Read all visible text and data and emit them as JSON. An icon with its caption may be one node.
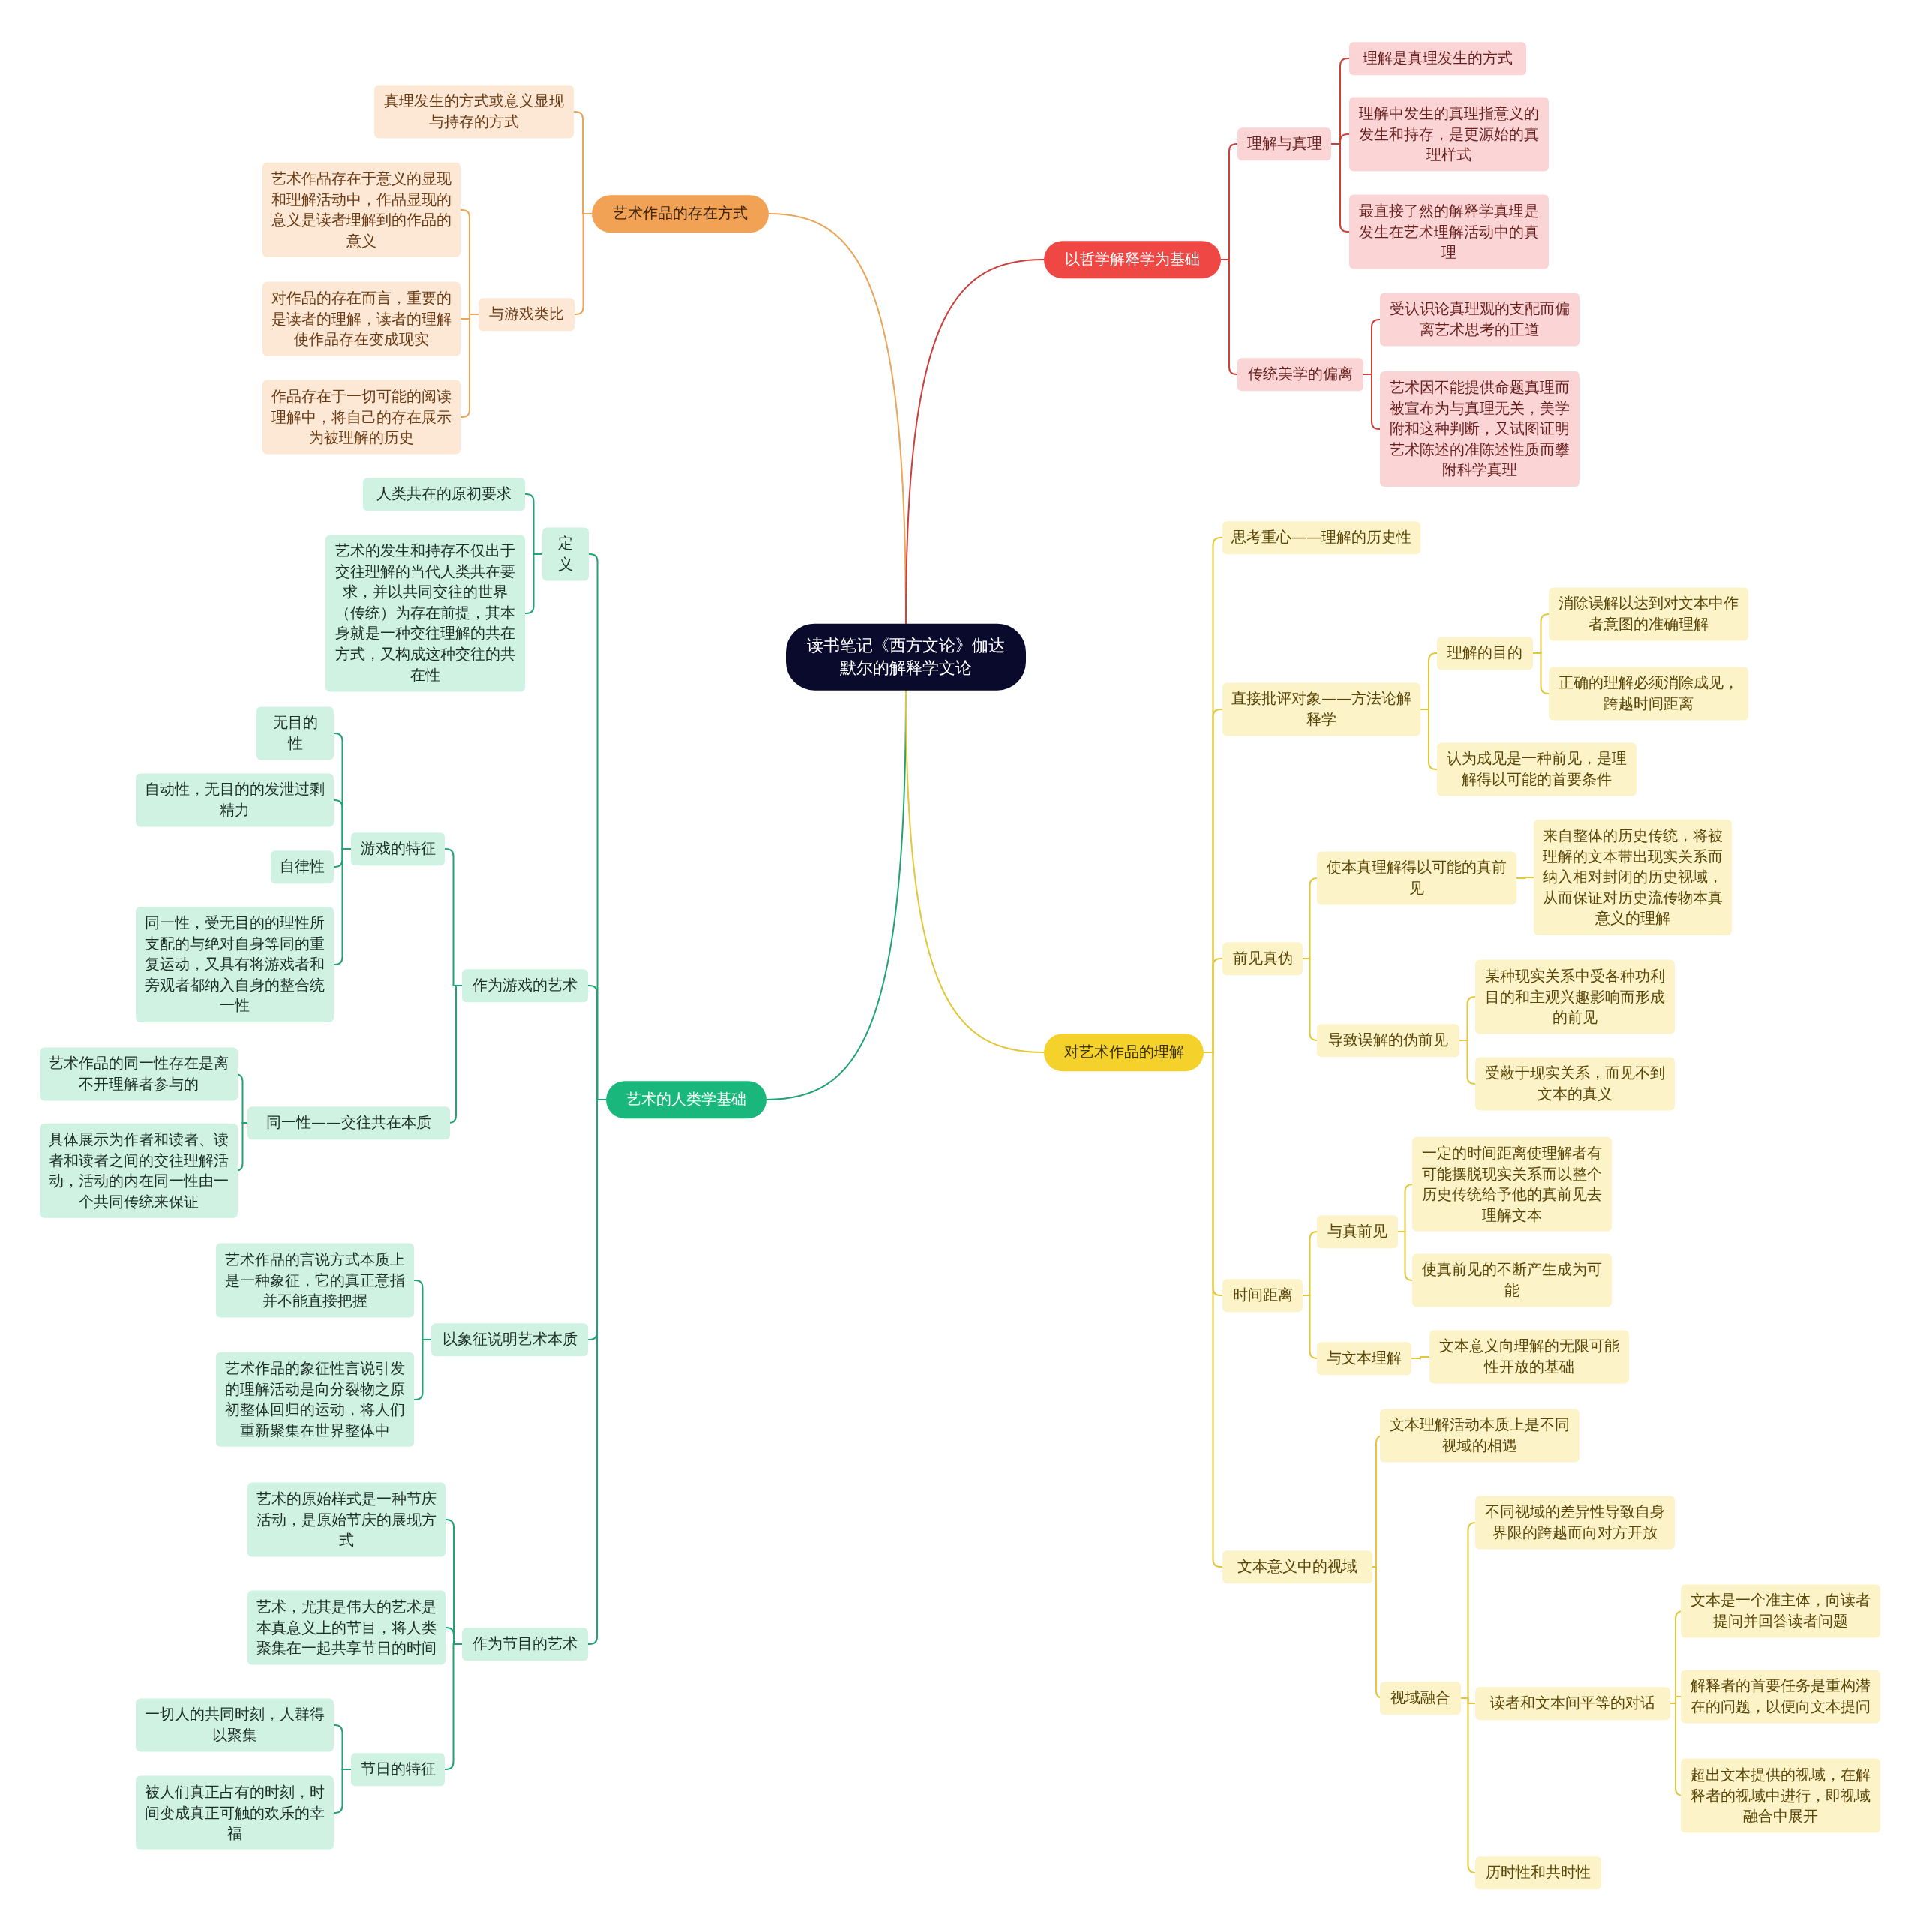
{
  "diagram": {
    "nodes": [
      {
        "text": [
          "读书笔记《西方文论》伽达默尔的解释学文论"
        ]
      },
      {
        "text": [
          "艺术作品的存在方式"
        ]
      },
      {
        "text": [
          "真理发生的方式或意义显现与持存的方式"
        ]
      },
      {
        "text": [
          "与游戏类比"
        ]
      },
      {
        "text": [
          "艺术作品存在于意义的显现和理解活动中，作品显现的意义是读者理解到的作品的意义"
        ]
      },
      {
        "text": [
          "对作品的存在而言，重要的是读者的理解，读者的理解使作品存在变成现实"
        ]
      },
      {
        "text": [
          "作品存在于一切可能的阅读理解中，将自己的存在展示为被理解的历史"
        ]
      },
      {
        "text": [
          "艺术的人类学基础"
        ]
      },
      {
        "text": [
          "定义"
        ]
      },
      {
        "text": [
          "人类共在的原初要求"
        ]
      },
      {
        "text": [
          "艺术的发生和持存不仅出于交往理解的当代人类共在要求，并以共同交往的世界（传统）为存在前提，其本身就是一种交往理解的共在方式，又构成这种交往的共在性"
        ]
      },
      {
        "text": [
          "作为游戏的艺术"
        ]
      },
      {
        "text": [
          "游戏的特征"
        ]
      },
      {
        "text": [
          "无目的性"
        ]
      },
      {
        "text": [
          "自动性，无目的的发泄过剩精力"
        ]
      },
      {
        "text": [
          "自律性"
        ]
      },
      {
        "text": [
          "同一性，受无目的的理性所支配的与绝对自身等同的重复运动，又具有将游戏者和旁观者都纳入自身的整合统一性"
        ]
      },
      {
        "text": [
          "同一性——交往共在本质"
        ]
      },
      {
        "text": [
          "艺术作品的同一性存在是离不开理解者参与的"
        ]
      },
      {
        "text": [
          "具体展示为作者和读者、读者和读者之间的交往理解活动，活动的内在同一性由一个共同传统来保证"
        ]
      },
      {
        "text": [
          "以象征说明艺术本质"
        ]
      },
      {
        "text": [
          "艺术作品的言说方式本质上是一种象征，它的真正意指并不能直接把握"
        ]
      },
      {
        "text": [
          "艺术作品的象征性言说引发的理解活动是向分裂物之原初整体回归的运动，将人们重新聚集在世界整体中"
        ]
      },
      {
        "text": [
          "作为节目的艺术"
        ]
      },
      {
        "text": [
          "艺术的原始样式是一种节庆活动，是原始节庆的展现方式"
        ]
      },
      {
        "text": [
          "艺术，尤其是伟大的艺术是本真意义上的节目，将人类聚集在一起共享节日的时间"
        ]
      },
      {
        "text": [
          "节日的特征"
        ]
      },
      {
        "text": [
          "一切人的共同时刻，人群得以聚集"
        ]
      },
      {
        "text": [
          "被人们真正占有的时刻，时间变成真正可触的欢乐的幸福"
        ]
      },
      {
        "text": [
          "以哲学解释学为基础"
        ]
      },
      {
        "text": [
          "理解与真理"
        ]
      },
      {
        "text": [
          "理解是真理发生的方式"
        ]
      },
      {
        "text": [
          "理解中发生的真理指意义的发生和持存，是更源始的真理样式"
        ]
      },
      {
        "text": [
          "最直接了然的解释学真理是发生在艺术理解活动中的真理"
        ]
      },
      {
        "text": [
          "传统美学的偏离"
        ]
      },
      {
        "text": [
          "受认识论真理观的支配而偏离艺术思考的正道"
        ]
      },
      {
        "text": [
          "艺术因不能提供命题真理而被宣布为与真理无关，美学附和这种判断，又试图证明艺术陈述的准陈述性质而攀附科学真理"
        ]
      },
      {
        "text": [
          "对艺术作品的理解"
        ]
      },
      {
        "text": [
          "思考重心——理解的历史性"
        ]
      },
      {
        "text": [
          "直接批评对象——方法论解释学"
        ]
      },
      {
        "text": [
          "理解的目的"
        ]
      },
      {
        "text": [
          "消除误解以达到对文本中作者意图的准确理解"
        ]
      },
      {
        "text": [
          "正确的理解必须消除成见，跨越时间距离"
        ]
      },
      {
        "text": [
          "认为成见是一种前见，是理解得以可能的首要条件"
        ]
      },
      {
        "text": [
          "前见真伪"
        ]
      },
      {
        "text": [
          "使本真理解得以可能的真前见"
        ]
      },
      {
        "text": [
          "来自整体的历史传统，将被理解的文本带出现实关系而纳入相对封闭的历史视域，从而保证对历史流传物本真意义的理解"
        ]
      },
      {
        "text": [
          "导致误解的伪前见"
        ]
      },
      {
        "text": [
          "某种现实关系中受各种功利目的和主观兴趣影响而形成的前见"
        ]
      },
      {
        "text": [
          "受蔽于现实关系，而见不到文本的真义"
        ]
      },
      {
        "text": [
          "时间距离"
        ]
      },
      {
        "text": [
          "与真前见"
        ]
      },
      {
        "text": [
          "一定的时间距离使理解者有可能摆脱现实关系而以整个历史传统给予他的真前见去理解文本"
        ]
      },
      {
        "text": [
          "使真前见的不断产生成为可能"
        ]
      },
      {
        "text": [
          "与文本理解"
        ]
      },
      {
        "text": [
          "文本意义向理解的无限可能性开放的基础"
        ]
      },
      {
        "text": [
          "文本意义中的视域"
        ]
      },
      {
        "text": [
          "文本理解活动本质上是不同视域的相遇"
        ]
      },
      {
        "text": [
          "视域融合"
        ]
      },
      {
        "text": [
          "不同视域的差异性导致自身界限的跨越而向对方开放"
        ]
      },
      {
        "text": [
          "读者和文本间平等的对话"
        ]
      },
      {
        "text": [
          "文本是一个准主体，向读者提问并回答读者问题"
        ]
      },
      {
        "text": [
          "解释者的首要任务是重构潜在的问题，以便向文本提问"
        ]
      },
      {
        "text": [
          "超出文本提供的视域，在解释者的视域中进行，即视域融合中展开"
        ]
      },
      {
        "text": [
          "历时性和共时性"
        ]
      }
    ],
    "edges": [
      {
        "from": 0,
        "to": 1,
        "arrow": "none",
        "color": "#eba55a"
      },
      {
        "from": 1,
        "to": 2,
        "arrow": "none",
        "color": "#eba55a"
      },
      {
        "from": 1,
        "to": 3,
        "arrow": "none",
        "color": "#eba55a"
      },
      {
        "from": 3,
        "to": 4,
        "arrow": "none",
        "color": "#eba55a"
      },
      {
        "from": 3,
        "to": 5,
        "arrow": "none",
        "color": "#eba55a"
      },
      {
        "from": 3,
        "to": 6,
        "arrow": "none",
        "color": "#eba55a"
      },
      {
        "from": 0,
        "to": 7,
        "arrow": "none",
        "color": "#21a374"
      },
      {
        "from": 7,
        "to": 8,
        "arrow": "none",
        "color": "#21a374"
      },
      {
        "from": 8,
        "to": 9,
        "arrow": "none",
        "color": "#21a374"
      },
      {
        "from": 8,
        "to": 10,
        "arrow": "none",
        "color": "#21a374"
      },
      {
        "from": 7,
        "to": 11,
        "arrow": "none",
        "color": "#21a374"
      },
      {
        "from": 11,
        "to": 12,
        "arrow": "none",
        "color": "#21a374"
      },
      {
        "from": 12,
        "to": 13,
        "arrow": "none",
        "color": "#21a374"
      },
      {
        "from": 12,
        "to": 14,
        "arrow": "none",
        "color": "#21a374"
      },
      {
        "from": 12,
        "to": 15,
        "arrow": "none",
        "color": "#21a374"
      },
      {
        "from": 12,
        "to": 16,
        "arrow": "none",
        "color": "#21a374"
      },
      {
        "from": 11,
        "to": 17,
        "arrow": "none",
        "color": "#21a374"
      },
      {
        "from": 17,
        "to": 18,
        "arrow": "none",
        "color": "#21a374"
      },
      {
        "from": 17,
        "to": 19,
        "arrow": "none",
        "color": "#21a374"
      },
      {
        "from": 7,
        "to": 20,
        "arrow": "none",
        "color": "#21a374"
      },
      {
        "from": 20,
        "to": 21,
        "arrow": "none",
        "color": "#21a374"
      },
      {
        "from": 20,
        "to": 22,
        "arrow": "none",
        "color": "#21a374"
      },
      {
        "from": 7,
        "to": 23,
        "arrow": "none",
        "color": "#21a374"
      },
      {
        "from": 23,
        "to": 24,
        "arrow": "none",
        "color": "#21a374"
      },
      {
        "from": 23,
        "to": 25,
        "arrow": "none",
        "color": "#21a374"
      },
      {
        "from": 23,
        "to": 26,
        "arrow": "none",
        "color": "#21a374"
      },
      {
        "from": 26,
        "to": 27,
        "arrow": "none",
        "color": "#21a374"
      },
      {
        "from": 26,
        "to": 28,
        "arrow": "none",
        "color": "#21a374"
      },
      {
        "from": 0,
        "to": 29,
        "arrow": "none",
        "color": "#c9403c"
      },
      {
        "from": 29,
        "to": 30,
        "arrow": "none",
        "color": "#c9403c"
      },
      {
        "from": 30,
        "to": 31,
        "arrow": "none",
        "color": "#c9403c"
      },
      {
        "from": 30,
        "to": 32,
        "arrow": "none",
        "color": "#c9403c"
      },
      {
        "from": 30,
        "to": 33,
        "arrow": "none",
        "color": "#c9403c"
      },
      {
        "from": 29,
        "to": 34,
        "arrow": "none",
        "color": "#c9403c"
      },
      {
        "from": 34,
        "to": 35,
        "arrow": "none",
        "color": "#c9403c"
      },
      {
        "from": 34,
        "to": 36,
        "arrow": "none",
        "color": "#c9403c"
      },
      {
        "from": 0,
        "to": 37,
        "arrow": "none"
      },
      {
        "from": 37,
        "to": 38,
        "arrow": "none"
      },
      {
        "from": 37,
        "to": 39,
        "arrow": "none"
      },
      {
        "from": 39,
        "to": 40,
        "arrow": "none"
      },
      {
        "from": 40,
        "to": 41,
        "arrow": "none"
      },
      {
        "from": 40,
        "to": 42,
        "arrow": "none"
      },
      {
        "from": 39,
        "to": 43,
        "arrow": "none"
      },
      {
        "from": 37,
        "to": 44,
        "arrow": "none"
      },
      {
        "from": 44,
        "to": 45,
        "arrow": "none"
      },
      {
        "from": 45,
        "to": 46,
        "arrow": "none"
      },
      {
        "from": 44,
        "to": 47,
        "arrow": "none"
      },
      {
        "from": 47,
        "to": 48,
        "arrow": "none"
      },
      {
        "from": 47,
        "to": 49,
        "arrow": "none"
      },
      {
        "from": 37,
        "to": 50,
        "arrow": "none"
      },
      {
        "from": 50,
        "to": 51,
        "arrow": "none"
      },
      {
        "from": 51,
        "to": 52,
        "arrow": "none"
      },
      {
        "from": 51,
        "to": 53,
        "arrow": "none"
      },
      {
        "from": 50,
        "to": 54,
        "arrow": "none"
      },
      {
        "from": 54,
        "to": 55,
        "arrow": "none"
      },
      {
        "from": 37,
        "to": 56,
        "arrow": "none"
      },
      {
        "from": 56,
        "to": 57,
        "arrow": "none"
      },
      {
        "from": 56,
        "to": 58,
        "arrow": "none"
      },
      {
        "from": 58,
        "to": 59,
        "arrow": "none"
      },
      {
        "from": 58,
        "to": 60,
        "arrow": "none"
      },
      {
        "from": 60,
        "to": 61,
        "arrow": "none"
      },
      {
        "from": 60,
        "to": 62,
        "arrow": "none"
      },
      {
        "from": 60,
        "to": 63,
        "arrow": "none"
      },
      {
        "from": 58,
        "to": 64,
        "arrow": "none"
      }
    ]
  }
}
